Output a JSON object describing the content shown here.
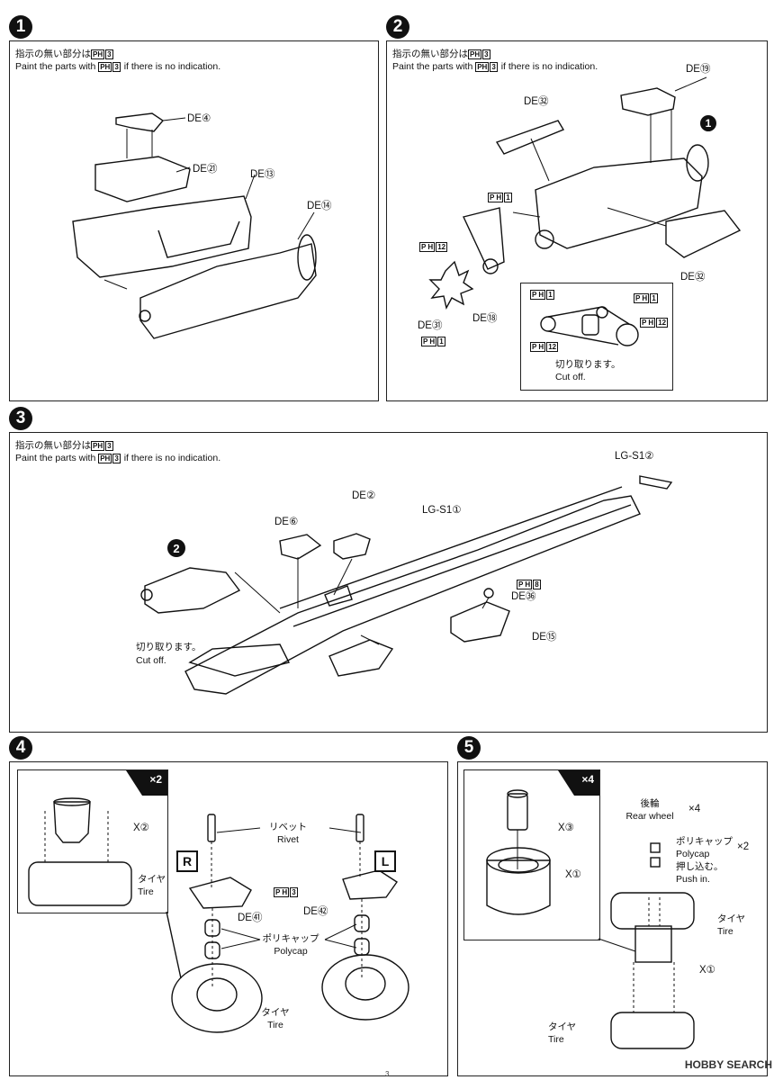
{
  "steps": [
    {
      "num": "1",
      "note_ja": "指示の無い部分は",
      "note_ph": "PH",
      "note_num": "3",
      "note_en_pre": "Paint the parts with ",
      "note_en_post": " if there is no indication."
    },
    {
      "num": "2",
      "note_ja": "指示の無い部分は",
      "note_ph": "PH",
      "note_num": "3",
      "note_en_pre": "Paint the parts with ",
      "note_en_post": " if there is no indication."
    },
    {
      "num": "3",
      "note_ja": "指示の無い部分は",
      "note_ph": "PH",
      "note_num": "3",
      "note_en_pre": "Paint the parts with ",
      "note_en_post": " if there is no indication."
    },
    {
      "num": "4"
    },
    {
      "num": "5"
    }
  ],
  "step1": {
    "labels": [
      "DE④",
      "DE㉑",
      "DE⑬",
      "DE⑭"
    ]
  },
  "step2": {
    "labels": [
      "DE⑲",
      "DE㉜",
      "DE㉜",
      "DE㉛",
      "DE⑱"
    ],
    "ph_parts": [
      "1",
      "12",
      "1"
    ],
    "inset_ph": [
      "1",
      "1",
      "12",
      "12"
    ],
    "cut_ja": "切り取ります。",
    "cut_en": "Cut off."
  },
  "step3": {
    "labels": [
      "LG-S1②",
      "DE②",
      "LG-S1①",
      "DE⑥",
      "DE㊱",
      "DE⑮"
    ],
    "ph_part": "8",
    "cut_ja": "切り取ります。",
    "cut_en": "Cut off."
  },
  "step4": {
    "multiplier": "×2",
    "x_label": "X②",
    "tire_ja": "タイヤ",
    "tire_en": "Tire",
    "rivet_ja": "リベット",
    "rivet_en": "Rivet",
    "ph_part": "3",
    "de_left": "DE㊶",
    "de_right": "DE㊷",
    "r_label": "R",
    "l_label": "L",
    "polycap_ja": "ポリキャップ",
    "polycap_en": "Polycap",
    "tire2_ja": "タイヤ",
    "tire2_en": "Tire"
  },
  "step5": {
    "multiplier": "×4",
    "x3": "X③",
    "x1a": "X①",
    "rear_ja": "後輪",
    "rear_en": "Rear wheel",
    "rear_mult": "×4",
    "polycap_ja": "ポリキャップ",
    "polycap_en": "Polycap",
    "polycap_mult": "×2",
    "push_ja": "押し込む。",
    "push_en": "Push in.",
    "tire_ja": "タイヤ",
    "tire_en": "Tire",
    "x1b": "X①",
    "tire2_ja": "タイヤ",
    "tire2_en": "Tire"
  },
  "watermark": "HOBBY SEARCH",
  "page_number": "3"
}
